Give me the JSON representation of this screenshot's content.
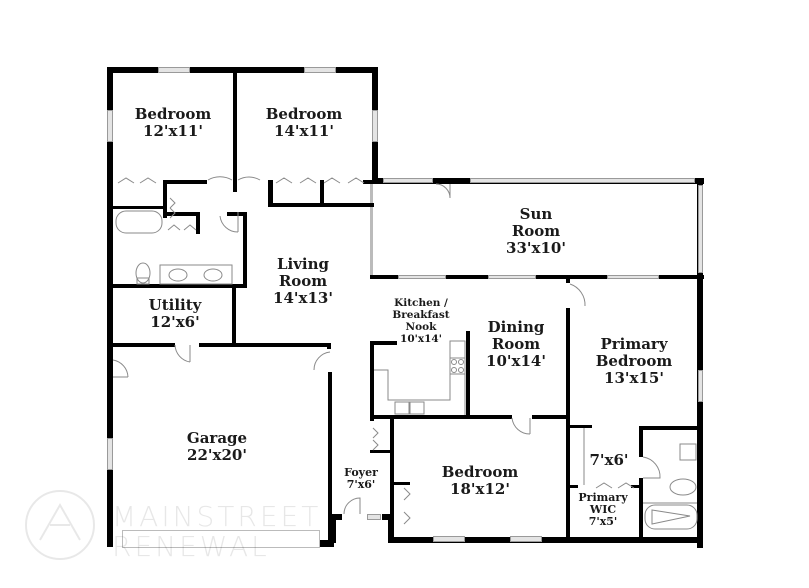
{
  "rooms": [
    {
      "id": "bedroom-1",
      "name": "Bedroom",
      "size": "12'x11'"
    },
    {
      "id": "bedroom-2",
      "name": "Bedroom",
      "size": "14'x11'"
    },
    {
      "id": "sun-room",
      "name_line1": "Sun",
      "name_line2": "Room",
      "size": "33'x10'"
    },
    {
      "id": "living-room",
      "name_line1": "Living",
      "name_line2": "Room",
      "size": "14'x13'"
    },
    {
      "id": "utility",
      "name": "Utility",
      "size": "12'x6'"
    },
    {
      "id": "kitchen",
      "name_line1": "Kitchen /",
      "name_line2": "Breakfast",
      "name_line3": "Nook",
      "size": "10'x14'"
    },
    {
      "id": "dining-room",
      "name_line1": "Dining",
      "name_line2": "Room",
      "size": "10'x14'"
    },
    {
      "id": "primary-bedroom",
      "name_line1": "Primary",
      "name_line2": "Bedroom",
      "size": "13'x15'"
    },
    {
      "id": "garage",
      "name": "Garage",
      "size": "22'x20'"
    },
    {
      "id": "foyer",
      "name": "Foyer",
      "size": "7'x6'"
    },
    {
      "id": "bedroom-3",
      "name": "Bedroom",
      "size": "18'x12'"
    },
    {
      "id": "primary-bath",
      "size": "7'x6'"
    },
    {
      "id": "primary-wic",
      "name_line1": "Primary",
      "name_line2": "WIC",
      "size": "7'x5'"
    }
  ],
  "watermark": {
    "line1": "MAINSTREET",
    "line2": "RENEWAL"
  },
  "colors": {
    "wall": "#000000",
    "window": "#e4e4e4",
    "fixture": "#9a9a9a",
    "text": "#1a1a1a"
  }
}
